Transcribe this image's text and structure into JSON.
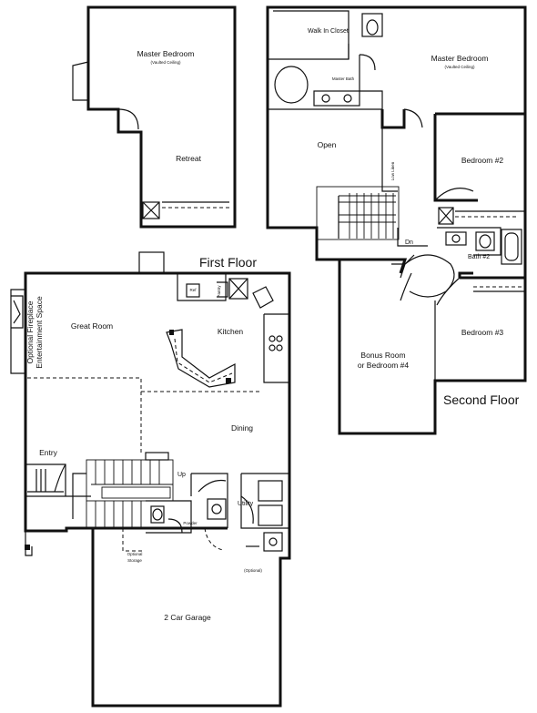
{
  "floors": {
    "first": "First Floor",
    "second": "Second Floor"
  },
  "rooms": {
    "master_bedroom_upper_left": "Master Bedroom",
    "master_bedroom_upper_left_note": "(Vaulted Ceiling)",
    "retreat": "Retreat",
    "walk_in_closet": "Walk In Closet",
    "master_bath": "Master Bath",
    "master_bedroom_upper_right": "Master Bedroom",
    "master_bedroom_upper_right_note": "(Vaulted Ceiling)",
    "open": "Open",
    "low_linen": "Low Linen",
    "bedroom_2": "Bedroom #2",
    "dn": "Dn",
    "bath_2": "Bath #2",
    "bonus_room_line1": "Bonus Room",
    "bonus_room_line2": "or Bedroom #4",
    "bedroom_3": "Bedroom #3",
    "great_room": "Great Room",
    "fireplace_line1": "Optional Fireplace",
    "fireplace_line2": "Entertainment Space",
    "kitchen": "Kitchen",
    "ref": "Ref",
    "pantry": "Pantry",
    "dining": "Dining",
    "entry": "Entry",
    "up": "Up",
    "utility": "Utility",
    "powder": "Powder",
    "optional_storage_line1": "Optional",
    "optional_storage_line2": "Storage",
    "optional": "(Optional)",
    "garage": "2 Car Garage"
  }
}
